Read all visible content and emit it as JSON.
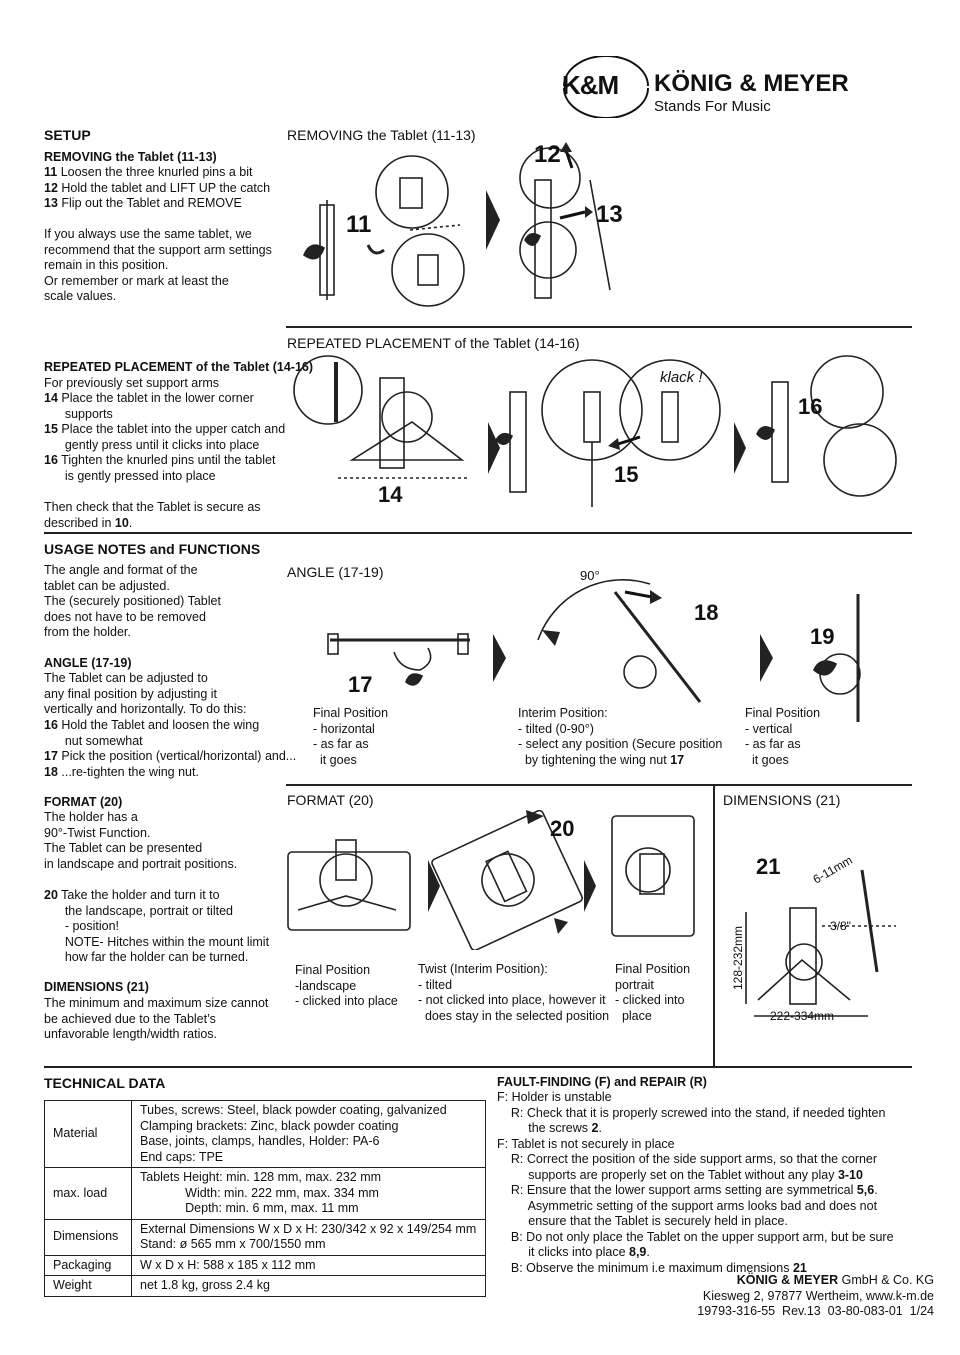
{
  "header": {
    "logo_mark": "K&M",
    "brand": "KÖNIG & MEYER",
    "tagline": "Stands For Music"
  },
  "setup": {
    "title": "SETUP",
    "removing_title": "REMOVING the Tablet (11-13)",
    "removing_lines": [
      {
        "n": "11",
        "t": " Loosen the three knurled pins a bit"
      },
      {
        "n": "12",
        "t": " Hold the tablet and LIFT UP the catch"
      },
      {
        "n": "13",
        "t": " Flip out the Tablet and REMOVE"
      }
    ],
    "removing_note": "If you always use the same tablet, we\nrecommend that the support arm settings\nremain in this position.\nOr remember or mark at least the\nscale values.",
    "removing_fig_caption": "REMOVING the Tablet (11-13)",
    "repeated_title": "REPEATED PLACEMENT of the Tablet (14-16)",
    "repeated_intro": "For previously set support arms",
    "repeated_lines": [
      {
        "n": "14",
        "t": " Place the tablet in the lower corner\n      supports"
      },
      {
        "n": "15",
        "t": " Place the tablet into the upper catch and\n      gently press until it clicks into place"
      },
      {
        "n": "16",
        "t": " Tighten the knurled pins until the tablet\n      is gently pressed into place"
      }
    ],
    "repeated_note_pre": "Then check that the Tablet is secure as\ndescribed in ",
    "repeated_note_ref": "10",
    "repeated_note_post": ".",
    "repeated_fig_caption": "REPEATED PLACEMENT of the Tablet (14-16)",
    "klack": "klack !"
  },
  "usage": {
    "title": "USAGE NOTES and FUNCTIONS",
    "intro": "The angle and format of the\ntablet can be adjusted.\nThe (securely positioned) Tablet\ndoes not have to be removed\nfrom the holder.",
    "angle_title": "ANGLE (17-19)",
    "angle_intro": "The Tablet can be adjusted to\nany final position by adjusting it\nvertically and horizontally. To do this:",
    "angle_lines": [
      {
        "n": "16",
        "t": " Hold the Tablet and loosen the wing\n      nut somewhat"
      },
      {
        "n": "17",
        "t": " Pick the position (vertical/horizontal) and..."
      },
      {
        "n": "18",
        "t": " ...re-tighten the wing nut."
      }
    ],
    "format_title": "FORMAT (20)",
    "format_intro": "The holder has a\n90°-Twist Function.\nThe Tablet can be presented\nin landscape and portrait positions.",
    "format_line_n": "20",
    "format_line": " Take the holder and turn it to\n      the landscape, portrait or tilted\n      - position!\n      NOTE- Hitches within the mount limit\n      how far the holder can be turned.",
    "dimensions_title": "DIMENSIONS (21)",
    "dimensions_text": "The minimum and maximum size cannot\nbe achieved due to the Tablet’s\nunfavorable length/width ratios."
  },
  "angle_fig": {
    "caption": "ANGLE (17-19)",
    "deg": "90°",
    "final_h": "Final Position\n- horizontal\n- as far as\n  it goes",
    "interim_pre": "Interim Position:\n- tilted (0-90°)\n- select any position (Secure position\n  by tightening the wing nut ",
    "interim_ref": "17",
    "final_v": "Final Position\n- vertical\n- as far as\n  it goes"
  },
  "format_fig": {
    "caption": "FORMAT (20)",
    "landscape": "Final Position\n-landscape\n- clicked into place",
    "twist": "Twist (Interim Position):\n- tilted\n- not clicked into place, however it\n  does stay in the selected position",
    "portrait": "Final Position\nportrait\n- clicked into\n  place"
  },
  "dimensions_fig": {
    "caption": "DIMENSIONS (21)",
    "num": "21",
    "d1": "6-11mm",
    "d2": "3/8\"",
    "d3": "128-232mm",
    "d4": "222-334mm"
  },
  "step_numbers": [
    "11",
    "12",
    "13",
    "14",
    "15",
    "16",
    "17",
    "18",
    "19",
    "20"
  ],
  "tech": {
    "title": "TECHNICAL DATA",
    "rows": [
      {
        "k": "Material",
        "v": "Tubes, screws: Steel, black powder coating, galvanized\nClamping brackets: Zinc, black powder coating\nBase, joints, clamps, handles, Holder: PA-6\nEnd caps: TPE"
      },
      {
        "k": "max. load",
        "v": "Tablets Height: min. 128 mm, max. 232 mm\n             Width: min. 222 mm, max. 334 mm\n             Depth: min. 6 mm, max. 11 mm"
      },
      {
        "k": "Dimensions",
        "v": "External Dimensions W x D x H: 230/342 x 92 x 149/254 mm\nStand: ø 565 mm x 700/1550 mm"
      },
      {
        "k": "Packaging",
        "v": "W x D x H: 588 x 185 x 112 mm"
      },
      {
        "k": "Weight",
        "v": "net 1.8 kg, gross 2.4 kg"
      }
    ]
  },
  "fault": {
    "title": "FAULT-FINDING (F) and REPAIR (R)",
    "lines": [
      {
        "pre": "F: Holder is unstable",
        "bold": "",
        "post": ""
      },
      {
        "pre": "    R: Check that it is properly screwed into the stand, if needed tighten\n         the screws ",
        "bold": "2",
        "post": "."
      },
      {
        "pre": "F: Tablet is not securely in place",
        "bold": "",
        "post": ""
      },
      {
        "pre": "    R: Correct the position of the side support arms, so that the corner\n         supports are properly set on the Tablet without any play ",
        "bold": "3-10",
        "post": ""
      },
      {
        "pre": "    R: Ensure that the lower support arms setting are symmetrical ",
        "bold": "5,6",
        "post": ".\n         Asymmetric setting of the support arms looks bad and does not\n         ensure that the Tablet is securely held in place."
      },
      {
        "pre": "    B: Do not only place the Tablet on the upper support arm, but be sure\n         it clicks into place ",
        "bold": "8,9",
        "post": "."
      },
      {
        "pre": "    B: Observe the minimum i.e maximum dimensions ",
        "bold": "21",
        "post": ""
      }
    ]
  },
  "footer": {
    "company_bold": "KÖNIG & MEYER",
    "company_rest": " GmbH & Co. KG",
    "address": "Kiesweg 2, 97877 Wertheim, www.k-m.de",
    "doc": "19793-316-55  Rev.13  03-80-083-01  1/24"
  }
}
